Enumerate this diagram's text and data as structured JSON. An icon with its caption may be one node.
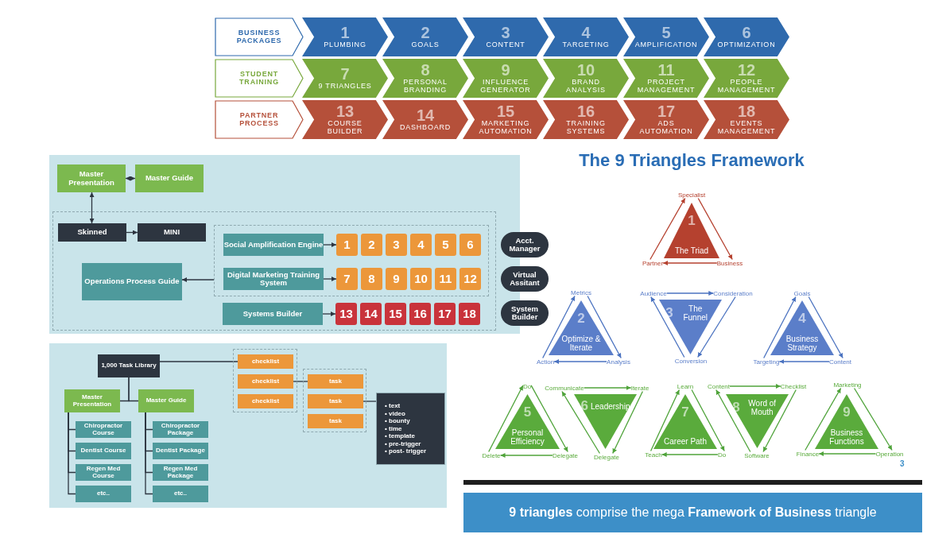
{
  "diagram": {
    "title": "The 9 Triangles Framework",
    "caption": "**9 triangles** comprise the mega **Framework of Business** triangle",
    "nodes": [
      {
        "text": [
          "BUSINESS PACKAGES"
        ]
      },
      {
        "text": [
          "1",
          "PLUMBING"
        ]
      },
      {
        "text": [
          "2",
          "GOALS"
        ]
      },
      {
        "text": [
          "3",
          "CONTENT"
        ]
      },
      {
        "text": [
          "4",
          "TARGETING"
        ]
      },
      {
        "text": [
          "5",
          "AMPLIFICATION"
        ]
      },
      {
        "text": [
          "6",
          "OPTIMIZATION"
        ]
      },
      {
        "text": [
          "STUDENT TRAINING"
        ]
      },
      {
        "text": [
          "7",
          "9 TRIANGLES"
        ]
      },
      {
        "text": [
          "8",
          "PERSONAL BRANDING"
        ]
      },
      {
        "text": [
          "9",
          "INFLUENCE GENERATOR"
        ]
      },
      {
        "text": [
          "10",
          "BRAND ANALYSIS"
        ]
      },
      {
        "text": [
          "11",
          "PROJECT MANAGEMENT"
        ]
      },
      {
        "text": [
          "12",
          "PEOPLE MANAGEMENT"
        ]
      },
      {
        "text": [
          "PARTNER PROCESS"
        ]
      },
      {
        "text": [
          "13",
          "COURSE BUILDER"
        ]
      },
      {
        "text": [
          "14",
          "DASHBOARD"
        ]
      },
      {
        "text": [
          "15",
          "MARKETING AUTOMATION"
        ]
      },
      {
        "text": [
          "16",
          "TRAINING SYSTEMS"
        ]
      },
      {
        "text": [
          "17",
          "ADS AUTOMATION"
        ]
      },
      {
        "text": [
          "18",
          "EVENTS MANAGEMENT"
        ]
      },
      {
        "text": [
          "Master Presentation"
        ]
      },
      {
        "text": [
          "Master Guide"
        ]
      },
      {
        "text": [],
        "shape": "box"
      },
      {
        "text": [
          "Skinned"
        ],
        "in": 23
      },
      {
        "text": [
          "MINI"
        ],
        "in": 23
      },
      {
        "text": [],
        "shape": "box",
        "in": 23
      },
      {
        "text": [
          "Social Amplification Engine"
        ],
        "in": 26
      },
      {
        "text": [
          "1"
        ],
        "in": 26
      },
      {
        "text": [
          "2"
        ],
        "in": 26
      },
      {
        "text": [
          "3"
        ],
        "in": 26
      },
      {
        "text": [
          "4"
        ],
        "in": 26
      },
      {
        "text": [
          "5"
        ],
        "in": 26
      },
      {
        "text": [
          "6"
        ],
        "in": 26
      },
      {
        "text": [
          "Digital Marketing Training System"
        ],
        "in": 26
      },
      {
        "text": [
          "7"
        ],
        "in": 26
      },
      {
        "text": [
          "8"
        ],
        "in": 26
      },
      {
        "text": [
          "9"
        ],
        "in": 26
      },
      {
        "text": [
          "10"
        ],
        "in": 26
      },
      {
        "text": [
          "11"
        ],
        "in": 26
      },
      {
        "text": [
          "12"
        ],
        "in": 26
      },
      {
        "text": [
          "Operations Process Guide"
        ],
        "in": 23
      },
      {
        "text": [
          "Systems Builder"
        ],
        "in": 23
      },
      {
        "text": [
          "13"
        ],
        "in": 23
      },
      {
        "text": [
          "14"
        ],
        "in": 23
      },
      {
        "text": [
          "15"
        ],
        "in": 23
      },
      {
        "text": [
          "16"
        ],
        "in": 23
      },
      {
        "text": [
          "17"
        ],
        "in": 23
      },
      {
        "text": [
          "18"
        ],
        "in": 23
      },
      {
        "text": [
          "Acct. Manager"
        ]
      },
      {
        "text": [
          "Virtual Assitant"
        ]
      },
      {
        "text": [
          "System Builder"
        ]
      },
      {
        "text": [
          "1,000 Task Library"
        ]
      },
      {
        "text": [
          "Master Presentation"
        ]
      },
      {
        "text": [
          "Master Guide"
        ]
      },
      {
        "text": [
          "Chiropractor Course"
        ]
      },
      {
        "text": [
          "Chiropractor Package"
        ]
      },
      {
        "text": [
          "Dentist Course"
        ]
      },
      {
        "text": [
          "Dentist Package"
        ]
      },
      {
        "text": [
          "Regen Med Course"
        ]
      },
      {
        "text": [
          "Regen Med Package"
        ]
      },
      {
        "text": [
          "etc.."
        ]
      },
      {
        "text": [
          "etc.."
        ]
      },
      {
        "text": [],
        "shape": "box"
      },
      {
        "text": [
          "checklist"
        ],
        "in": 63
      },
      {
        "text": [
          "checklist"
        ],
        "in": 63
      },
      {
        "text": [
          "checklist"
        ],
        "in": 63
      },
      {
        "text": [],
        "shape": "box"
      },
      {
        "text": [
          "task"
        ],
        "in": 67
      },
      {
        "text": [
          "task"
        ],
        "in": 67
      },
      {
        "text": [
          "task"
        ],
        "in": 67
      },
      {
        "text": [
          "• text",
          "• video",
          "• bounty",
          "• time",
          "• template",
          "• pre-trigger",
          "• post- trigger"
        ]
      },
      {
        "text": [
          "1",
          "The Triad"
        ]
      },
      {
        "text": [
          "Specialist"
        ]
      },
      {
        "text": [
          "Partner"
        ]
      },
      {
        "text": [
          "Business"
        ]
      },
      {
        "text": [
          "2",
          "Optimize & Iterate"
        ]
      },
      {
        "text": [
          "Metrics"
        ]
      },
      {
        "text": [
          "Action"
        ]
      },
      {
        "text": [
          "Analysis"
        ]
      },
      {
        "text": [
          "3",
          "The Funnel"
        ]
      },
      {
        "text": [
          "Audience"
        ]
      },
      {
        "text": [
          "Consideration"
        ]
      },
      {
        "text": [
          "Conversion"
        ]
      },
      {
        "text": [
          "4",
          "Business Strategy"
        ]
      },
      {
        "text": [
          "Goals"
        ]
      },
      {
        "text": [
          "Targeting"
        ]
      },
      {
        "text": [
          "Content"
        ]
      },
      {
        "text": [
          "5",
          "Personal Efficiency"
        ]
      },
      {
        "text": [
          "Do"
        ]
      },
      {
        "text": [
          "Delete"
        ]
      },
      {
        "text": [
          "Delegate"
        ]
      },
      {
        "text": [
          "6",
          "Leadership"
        ]
      },
      {
        "text": [
          "Communicate"
        ]
      },
      {
        "text": [
          "Iterate"
        ]
      },
      {
        "text": [
          "Delegate"
        ]
      },
      {
        "text": [
          "7",
          "Career Path"
        ]
      },
      {
        "text": [
          "Learn"
        ]
      },
      {
        "text": [
          "Teach"
        ]
      },
      {
        "text": [
          "Do"
        ]
      },
      {
        "text": [
          "8",
          "Word of Mouth"
        ]
      },
      {
        "text": [
          "Content"
        ]
      },
      {
        "text": [
          "Checklist"
        ]
      },
      {
        "text": [
          "Software"
        ]
      },
      {
        "text": [
          "9",
          "Business Functions"
        ]
      },
      {
        "text": [
          "Marketing"
        ]
      },
      {
        "text": [
          "Finance"
        ]
      },
      {
        "text": [
          "Operation"
        ]
      }
    ],
    "edges": [
      {
        "from": 21,
        "to": 22,
        "arrow": "both"
      },
      {
        "from": 21,
        "to": 24,
        "arrow": "both"
      },
      {
        "from": 24,
        "to": 25,
        "arrow": "to"
      },
      {
        "from": 26,
        "to": 41,
        "arrow": "to"
      },
      {
        "from": 27,
        "to": 28,
        "arrow": "to"
      },
      {
        "from": 34,
        "to": 35,
        "arrow": "to"
      },
      {
        "from": 42,
        "to": 43,
        "arrow": "to"
      },
      {
        "from": 52,
        "to": 64,
        "arrow": "none"
      },
      {
        "from": 52,
        "to": 53,
        "arrow": "none"
      },
      {
        "from": 52,
        "to": 54,
        "arrow": "none"
      },
      {
        "from": 53,
        "to": 55,
        "arrow": "none"
      },
      {
        "from": 53,
        "to": 57,
        "arrow": "none"
      },
      {
        "from": 53,
        "to": 59,
        "arrow": "none"
      },
      {
        "from": 53,
        "to": 61,
        "arrow": "none"
      },
      {
        "from": 54,
        "to": 56,
        "arrow": "none"
      },
      {
        "from": 54,
        "to": 58,
        "arrow": "none"
      },
      {
        "from": 54,
        "to": 60,
        "arrow": "none"
      },
      {
        "from": 54,
        "to": 62,
        "arrow": "none"
      },
      {
        "from": 65,
        "to": 68,
        "arrow": "none"
      },
      {
        "from": 69,
        "to": 71,
        "arrow": "none"
      },
      {
        "from": 74,
        "to": 73,
        "arrow": "to",
        "color": "#b5412f"
      },
      {
        "from": 73,
        "to": 75,
        "arrow": "to",
        "color": "#b5412f"
      },
      {
        "from": 75,
        "to": 74,
        "arrow": "to",
        "color": "#b5412f"
      },
      {
        "from": 78,
        "to": 77,
        "arrow": "to",
        "color": "#4a72c0"
      },
      {
        "from": 77,
        "to": 79,
        "arrow": "to",
        "color": "#4a72c0"
      },
      {
        "from": 79,
        "to": 78,
        "arrow": "to",
        "color": "#4a72c0"
      },
      {
        "from": 81,
        "to": 82,
        "arrow": "to",
        "color": "#4a72c0"
      },
      {
        "from": 82,
        "to": 83,
        "arrow": "to",
        "color": "#4a72c0"
      },
      {
        "from": 83,
        "to": 81,
        "arrow": "to",
        "color": "#4a72c0"
      },
      {
        "from": 86,
        "to": 85,
        "arrow": "to",
        "color": "#4a72c0"
      },
      {
        "from": 85,
        "to": 87,
        "arrow": "to",
        "color": "#4a72c0"
      },
      {
        "from": 87,
        "to": 86,
        "arrow": "to",
        "color": "#4a72c0"
      },
      {
        "from": 90,
        "to": 89,
        "arrow": "to",
        "color": "#4fa33a"
      },
      {
        "from": 89,
        "to": 91,
        "arrow": "to",
        "color": "#4fa33a"
      },
      {
        "from": 91,
        "to": 90,
        "arrow": "to",
        "color": "#4fa33a"
      },
      {
        "from": 93,
        "to": 94,
        "arrow": "to",
        "color": "#4fa33a"
      },
      {
        "from": 94,
        "to": 95,
        "arrow": "to",
        "color": "#4fa33a"
      },
      {
        "from": 95,
        "to": 93,
        "arrow": "to",
        "color": "#4fa33a"
      },
      {
        "from": 98,
        "to": 97,
        "arrow": "to",
        "color": "#4fa33a"
      },
      {
        "from": 97,
        "to": 99,
        "arrow": "to",
        "color": "#4fa33a"
      },
      {
        "from": 99,
        "to": 98,
        "arrow": "to",
        "color": "#4fa33a"
      },
      {
        "from": 101,
        "to": 102,
        "arrow": "to",
        "color": "#4fa33a"
      },
      {
        "from": 102,
        "to": 103,
        "arrow": "to",
        "color": "#4fa33a"
      },
      {
        "from": 103,
        "to": 101,
        "arrow": "to",
        "color": "#4fa33a"
      },
      {
        "from": 106,
        "to": 105,
        "arrow": "to",
        "color": "#4fa33a"
      },
      {
        "from": 105,
        "to": 107,
        "arrow": "to",
        "color": "#4fa33a"
      },
      {
        "from": 107,
        "to": 106,
        "arrow": "to",
        "color": "#4fa33a"
      }
    ],
    "labels": [
      "3"
    ]
  }
}
